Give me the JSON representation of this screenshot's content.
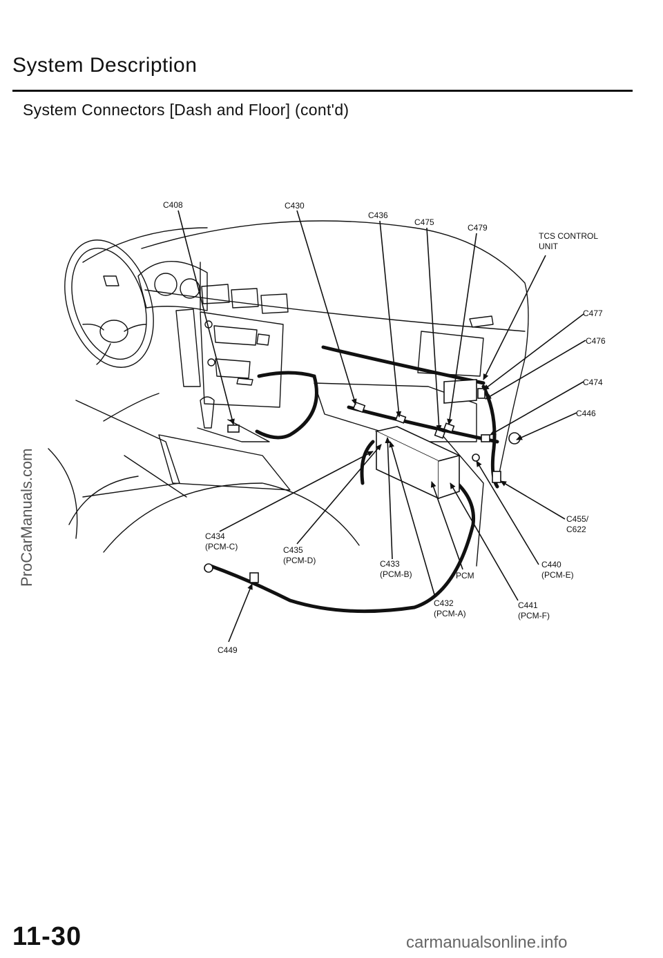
{
  "header": {
    "section_title": "System Description",
    "subtitle": "System Connectors [Dash and Floor] (cont'd)"
  },
  "diagram": {
    "labels": {
      "c408": "C408",
      "c430": "C430",
      "c436": "C436",
      "c475": "C475",
      "c479": "C479",
      "tcs_1": "TCS CONTROL",
      "tcs_2": "UNIT",
      "c477": "C477",
      "c476": "C476",
      "c474": "C474",
      "c446": "C446",
      "c455_1": "C455/",
      "c455_2": "C622",
      "c440_1": "C440",
      "c440_2": "(PCM-E)",
      "c441_1": "C441",
      "c441_2": "(PCM-F)",
      "pcm": "PCM",
      "c432_1": "C432",
      "c432_2": "(PCM-A)",
      "c433_1": "C433",
      "c433_2": "(PCM-B)",
      "c435_1": "C435",
      "c435_2": "(PCM-D)",
      "c434_1": "C434",
      "c434_2": "(PCM-C)",
      "c449": "C449"
    }
  },
  "footer": {
    "page_number": "11-30",
    "watermark_side": "ProCarManuals.com",
    "watermark_footer": "carmanualsonline.info"
  }
}
